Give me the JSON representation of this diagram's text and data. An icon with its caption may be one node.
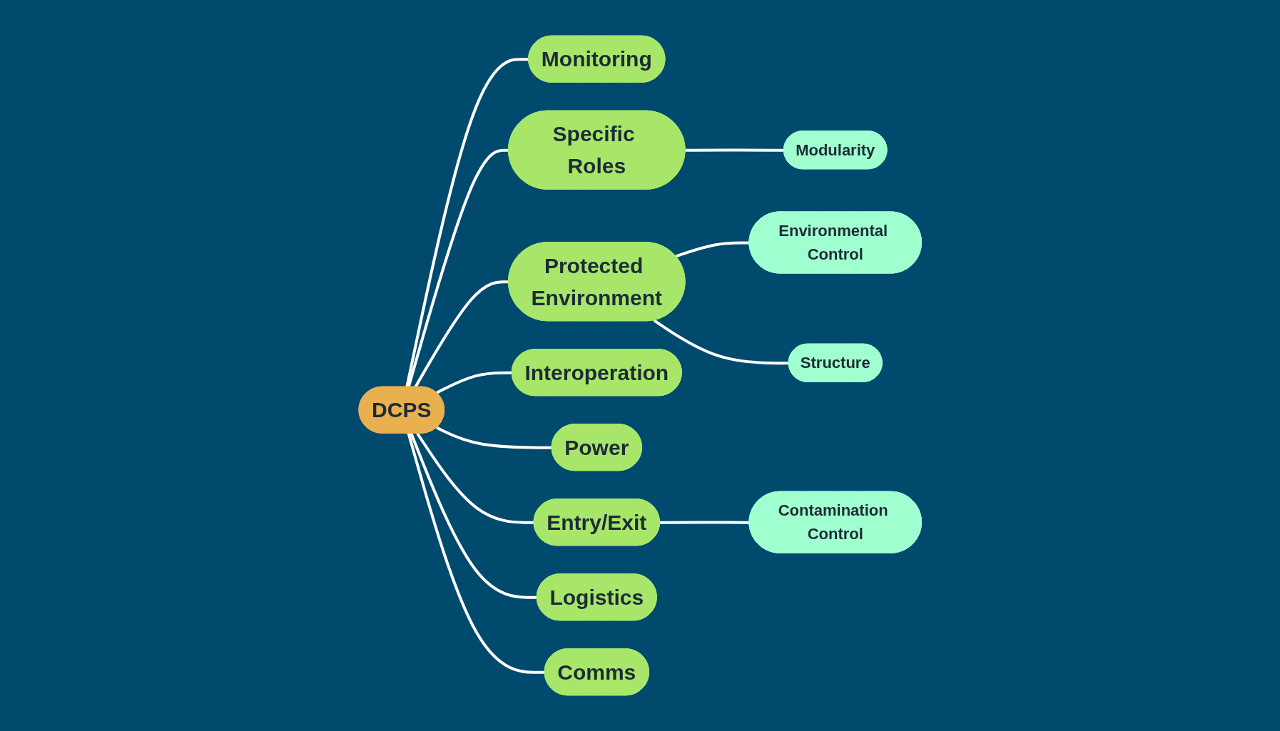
{
  "diagram": {
    "nodes": [
      {
        "text": [
          "Modularity"
        ]
      },
      {
        "text": [
          "Environmental Control"
        ]
      },
      {
        "text": [
          "Monitoring"
        ]
      },
      {
        "text": [
          "Specific Roles"
        ]
      },
      {
        "text": [
          "Structure"
        ]
      },
      {
        "text": [
          "Protected Environment"
        ]
      },
      {
        "text": [
          "Interoperation"
        ]
      },
      {
        "text": [
          "DCPS"
        ]
      },
      {
        "text": [
          "Power"
        ]
      },
      {
        "text": [
          "Entry/Exit"
        ]
      },
      {
        "text": [
          "Logistics"
        ]
      },
      {
        "text": [
          "Comms"
        ]
      },
      {
        "text": [
          "Contamination Control"
        ]
      }
    ],
    "edges": [
      {
        "from": 7,
        "to": 3,
        "arrow": "none"
      },
      {
        "from": 7,
        "to": 2,
        "arrow": "none"
      },
      {
        "from": 7,
        "to": 5,
        "arrow": "none"
      },
      {
        "from": 7,
        "to": 6,
        "arrow": "none"
      },
      {
        "from": 7,
        "to": 8,
        "arrow": "none"
      },
      {
        "from": 7,
        "to": 9,
        "arrow": "none"
      },
      {
        "from": 7,
        "to": 11,
        "arrow": "none"
      },
      {
        "from": 7,
        "to": 10,
        "arrow": "none"
      },
      {
        "from": 3,
        "to": 0,
        "arrow": "none"
      },
      {
        "from": 5,
        "to": 1,
        "arrow": "none"
      },
      {
        "from": 5,
        "to": 4,
        "arrow": "none"
      },
      {
        "from": 9,
        "to": 12,
        "arrow": "none"
      }
    ]
  }
}
